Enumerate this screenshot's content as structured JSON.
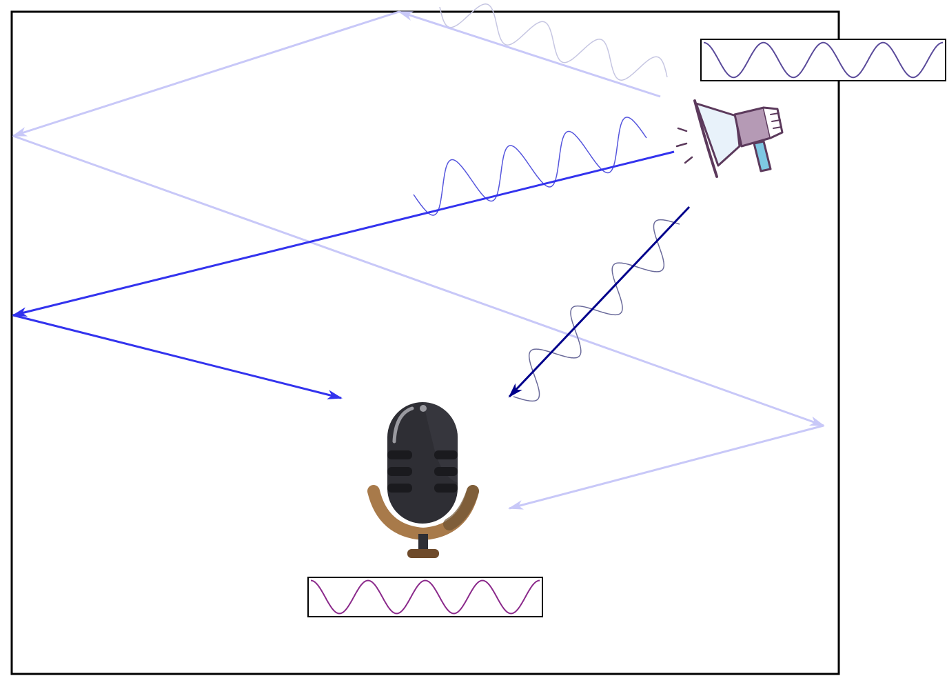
{
  "diagram": {
    "kind": "acoustic-reflection-diagram",
    "elements": {
      "room": "room-boundary",
      "source": "megaphone-icon",
      "receiver": "microphone-icon",
      "source_signal": "source-waveform",
      "received_signal": "received-waveform"
    },
    "paths": [
      {
        "name": "direct-path",
        "reflections": 0,
        "color": "#00008b"
      },
      {
        "name": "first-order-reflection",
        "reflections": 1,
        "color": "#3333ee"
      },
      {
        "name": "second-order-reflection",
        "reflections": 2,
        "color": "#c8c8f8"
      }
    ],
    "colors": {
      "room_border": "#000000",
      "source_wave": "#5a4a9a",
      "received_wave": "#8b2a8b",
      "megaphone_outline": "#5c3a5c",
      "megaphone_body": "#b59ab5",
      "megaphone_handle": "#7ec8e3",
      "mic_head": "#2e2e34",
      "mic_stand": "#a87a4a"
    }
  }
}
